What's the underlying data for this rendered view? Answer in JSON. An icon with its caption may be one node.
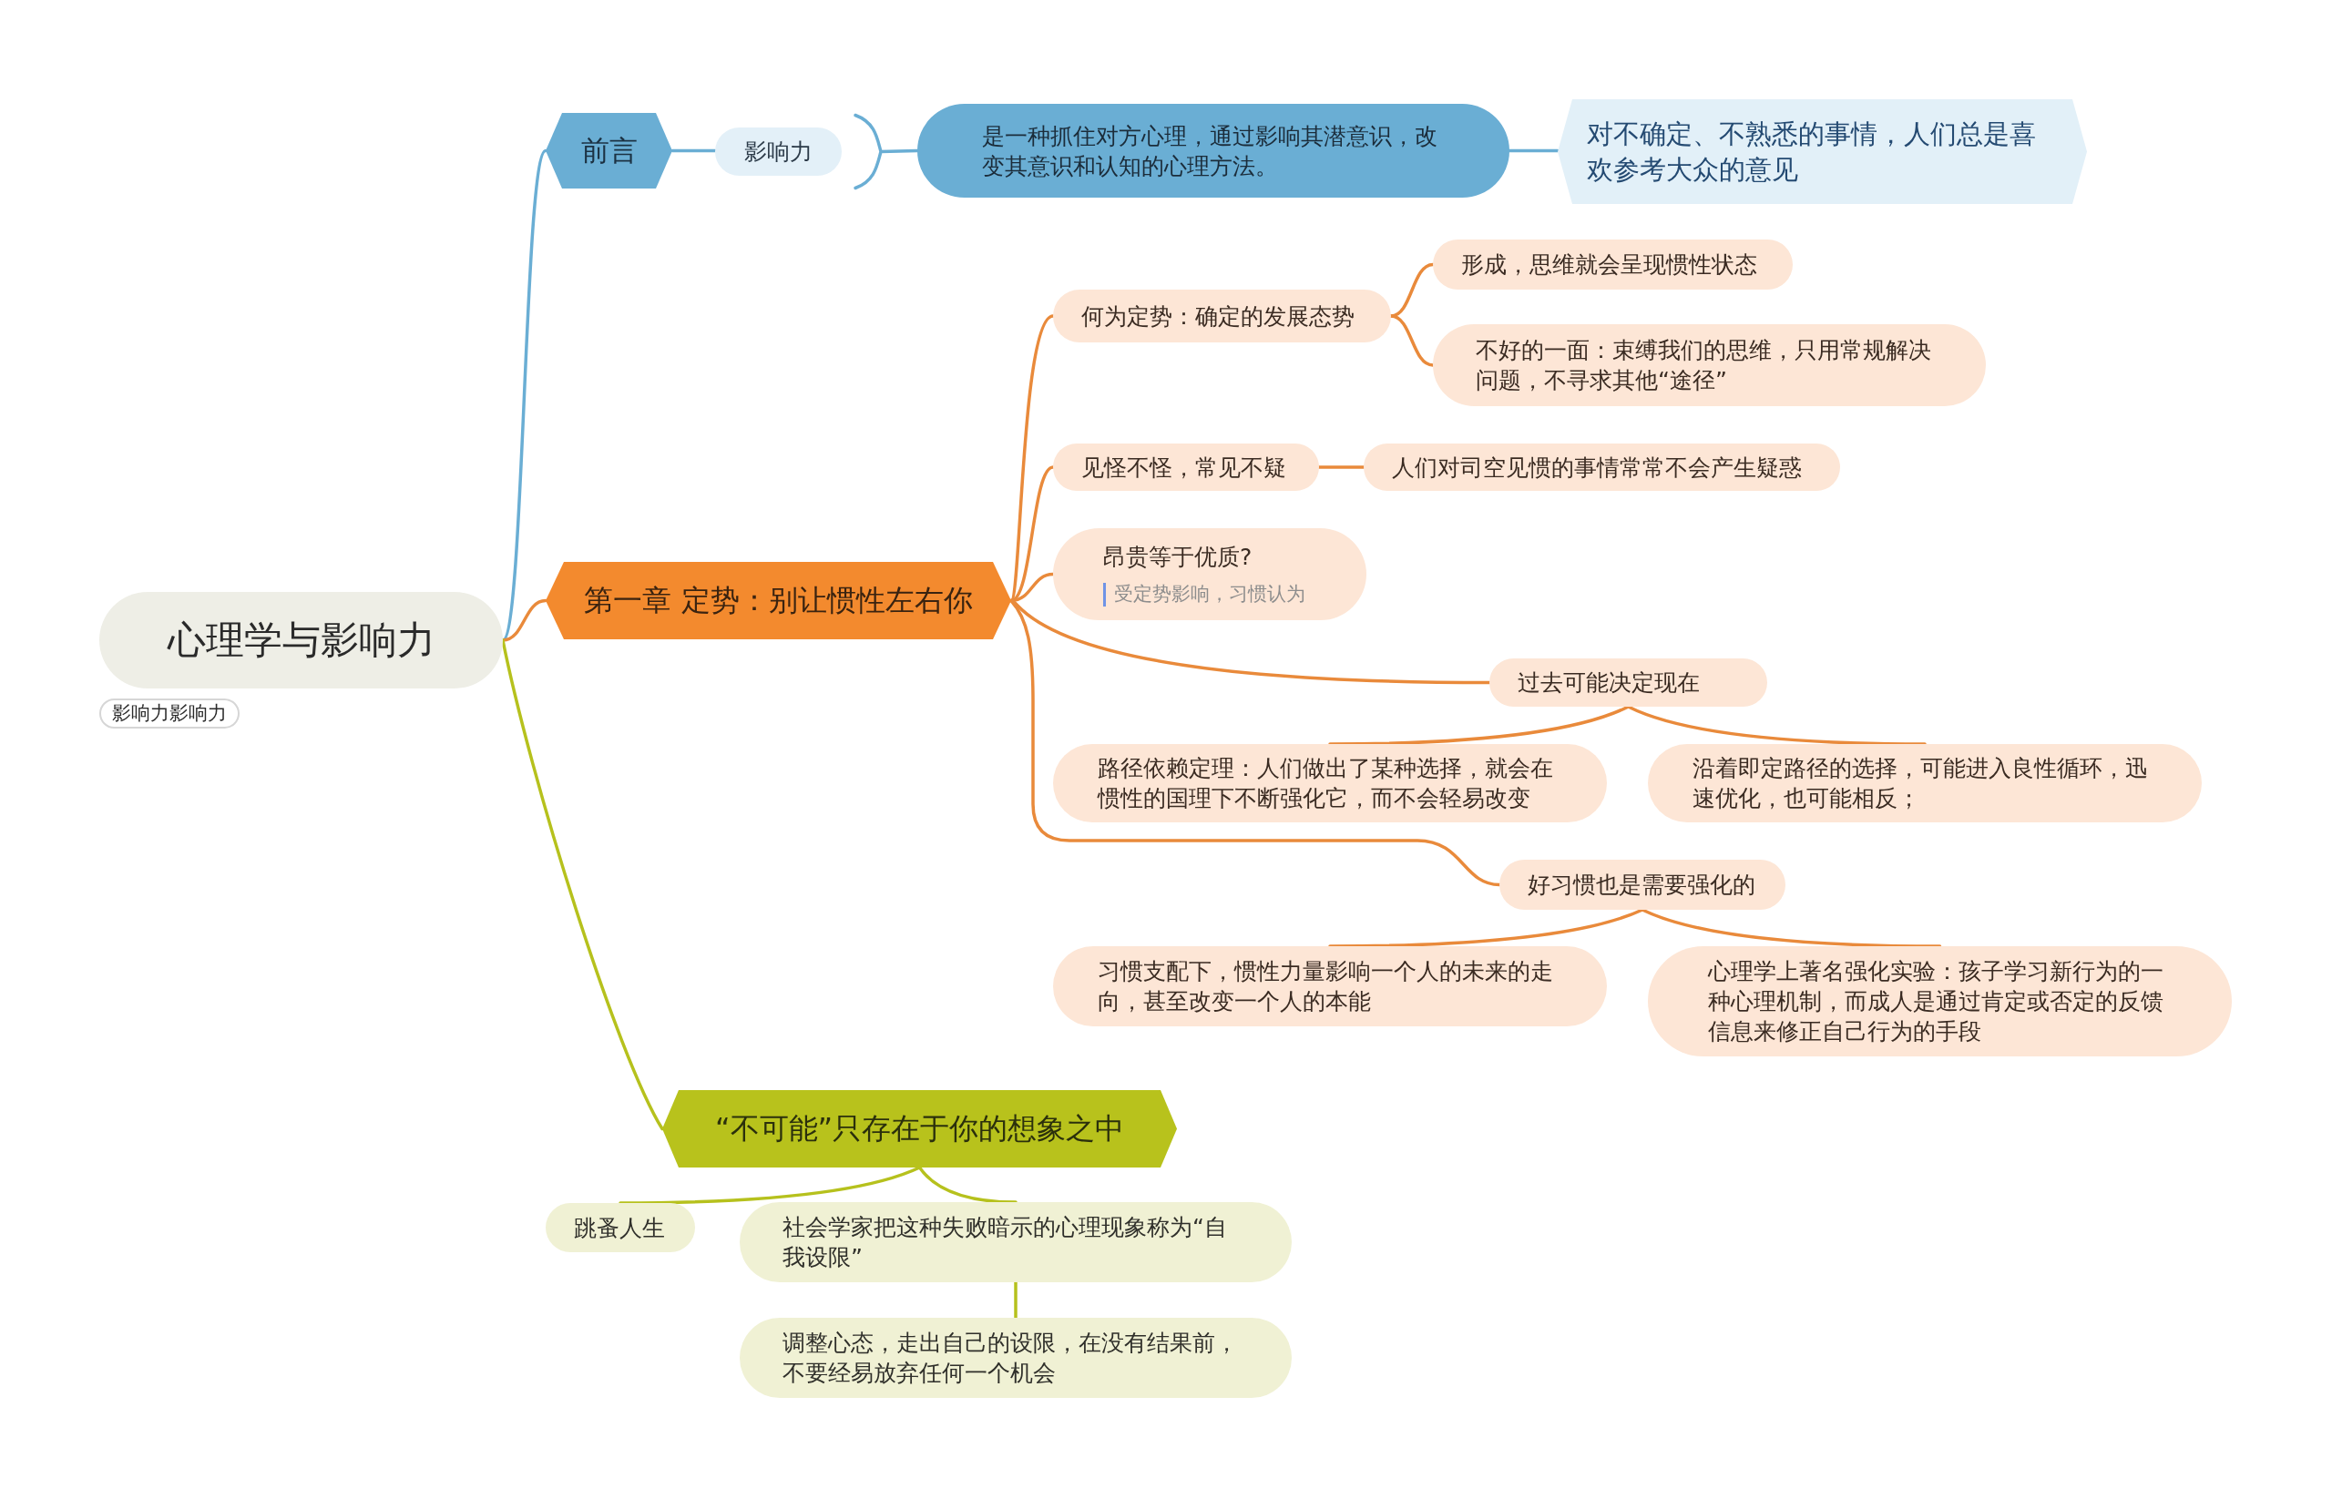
{
  "diagram": {
    "nodes": [
      {
        "text": [
          "心理学与影响力"
        ],
        "beside": [
          "影响力影响力"
        ]
      },
      {
        "text": [
          "前言"
        ]
      },
      {
        "text": [
          "影响力"
        ]
      },
      {
        "text": [
          "是一种抓住对方心理，通过影响其潜意识，改变其意识和认知的心理方法。"
        ]
      },
      {
        "text": [
          "对不确定、不熟悉的事情，人们总是喜欢参考大众的意见"
        ]
      },
      {
        "text": [
          "第一章 定势：别让惯性左右你"
        ]
      },
      {
        "text": [
          "何为定势：确定的发展态势"
        ]
      },
      {
        "text": [
          "形成，思维就会呈现惯性状态"
        ]
      },
      {
        "text": [
          "不好的一面：束缚我们的思维，只用常规解决问题，不寻求其他“途径”"
        ]
      },
      {
        "text": [
          "见怪不怪，常见不疑"
        ]
      },
      {
        "text": [
          "人们对司空见惯的事情常常不会产生疑惑"
        ]
      },
      {
        "text": [
          "昂贵等于优质?",
          "受定势影响，习惯认为"
        ]
      },
      {
        "text": [
          "过去可能决定现在"
        ]
      },
      {
        "text": [
          "路径依赖定理：人们做出了某种选择，就会在惯性的国理下不断强化它，而不会轻易改变"
        ]
      },
      {
        "text": [
          "沿着即定路径的选择，可能进入良性循环，迅速优化，也可能相反；"
        ]
      },
      {
        "text": [
          "好习惯也是需要强化的"
        ]
      },
      {
        "text": [
          "习惯支配下，惯性力量影响一个人的未来的走向，甚至改变一个人的本能"
        ]
      },
      {
        "text": [
          "心理学上著名强化实验：孩子学习新行为的一种心理机制，而成人是通过肯定或否定的反馈信息来修正自己行为的手段"
        ]
      },
      {
        "text": [
          "“不可能”只存在于你的想象之中"
        ]
      },
      {
        "text": [
          "跳蚤人生"
        ]
      },
      {
        "text": [
          "社会学家把这种失败暗示的心理现象称为“自我设限”"
        ]
      },
      {
        "text": [
          "调整心态，走出自己的设限，在没有结果前，不要经易放弃任何一个机会"
        ]
      }
    ],
    "edges": [
      {
        "from": 0,
        "to": 1,
        "arrow": "none",
        "color": "#6aaed4"
      },
      {
        "from": 0,
        "to": 5,
        "arrow": "none"
      },
      {
        "from": 0,
        "to": 18,
        "arrow": "none",
        "color": "#b6c11d"
      },
      {
        "from": 1,
        "to": 2,
        "arrow": "none",
        "color": "#6aaed4"
      },
      {
        "from": 2,
        "to": 3,
        "arrow": "none",
        "color": "#6aaed4"
      },
      {
        "from": 3,
        "to": 4,
        "arrow": "none",
        "color": "#6aaed4"
      },
      {
        "from": 5,
        "to": 6,
        "arrow": "none"
      },
      {
        "from": 6,
        "to": 7,
        "arrow": "none"
      },
      {
        "from": 6,
        "to": 8,
        "arrow": "none"
      },
      {
        "from": 5,
        "to": 9,
        "arrow": "none"
      },
      {
        "from": 9,
        "to": 10,
        "arrow": "none"
      },
      {
        "from": 5,
        "to": 11,
        "arrow": "none"
      },
      {
        "from": 5,
        "to": 12,
        "arrow": "none"
      },
      {
        "from": 12,
        "to": 13,
        "arrow": "none"
      },
      {
        "from": 12,
        "to": 14,
        "arrow": "none"
      },
      {
        "from": 5,
        "to": 15,
        "arrow": "none"
      },
      {
        "from": 15,
        "to": 16,
        "arrow": "none"
      },
      {
        "from": 15,
        "to": 17,
        "arrow": "none"
      },
      {
        "from": 18,
        "to": 19,
        "arrow": "none",
        "color": "#b6c11d"
      },
      {
        "from": 18,
        "to": 20,
        "arrow": "none",
        "color": "#b6c11d"
      },
      {
        "from": 20,
        "to": 21,
        "arrow": "none",
        "color": "#b6c11d"
      }
    ]
  }
}
